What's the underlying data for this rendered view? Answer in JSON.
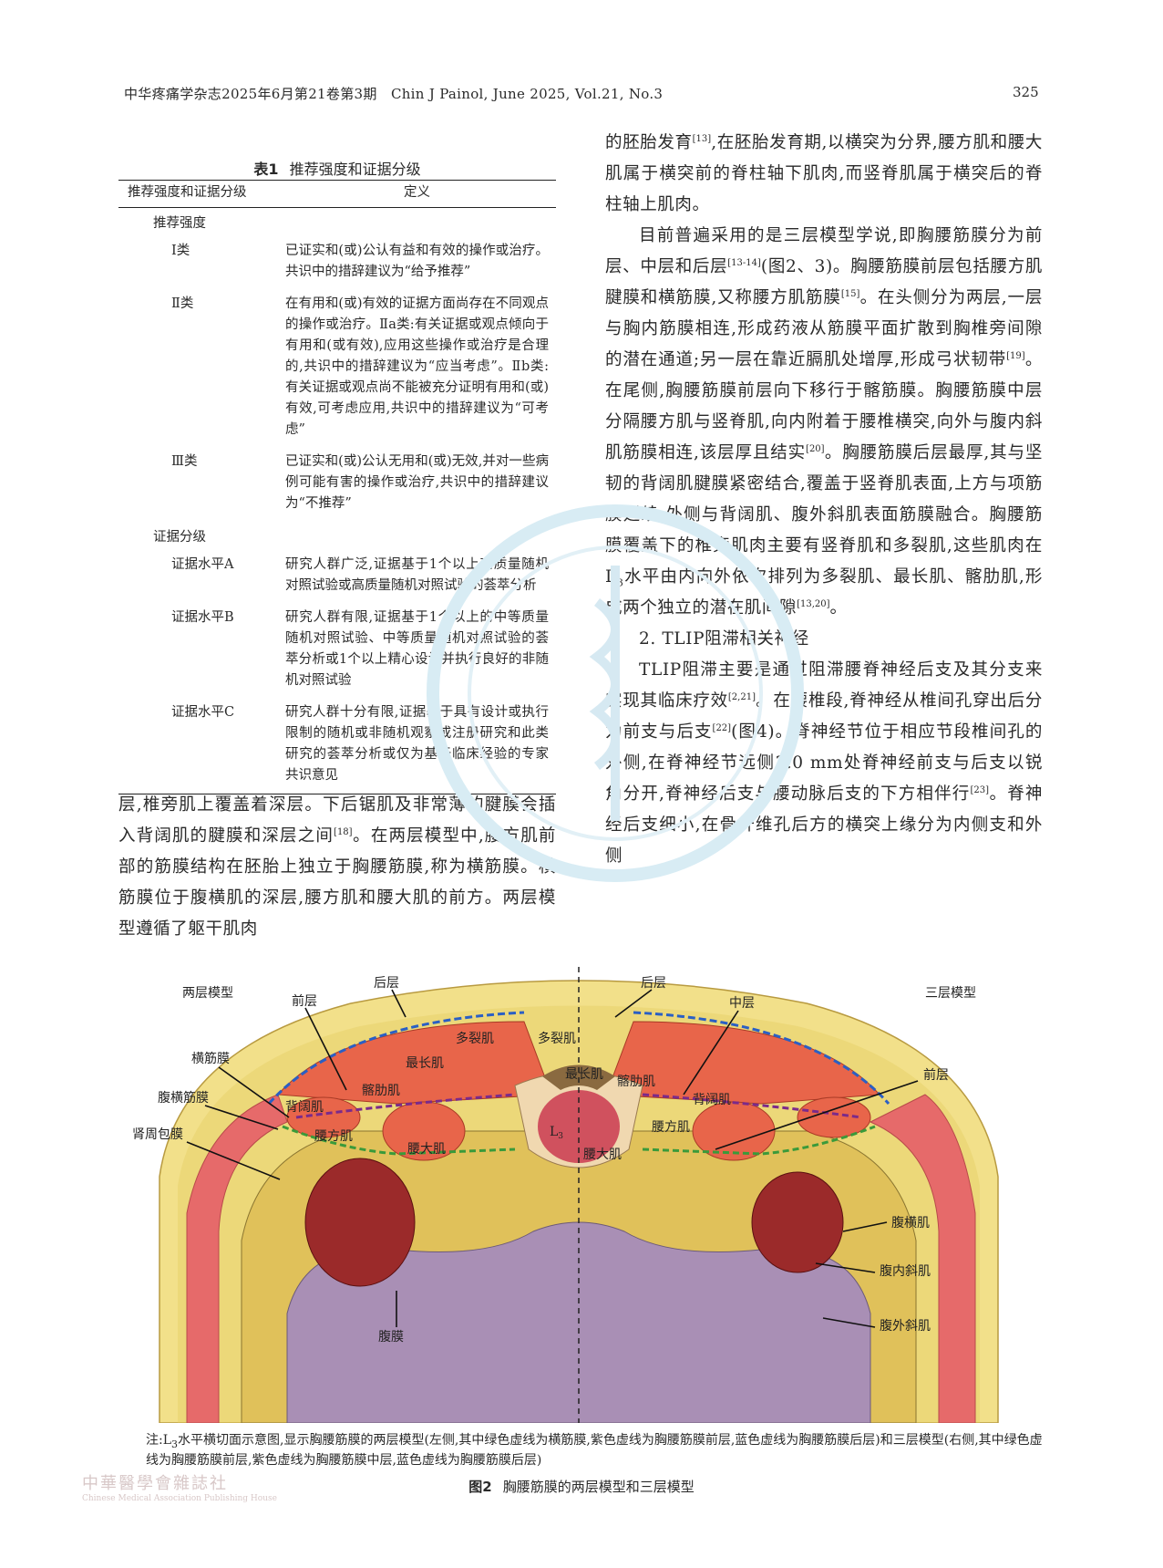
{
  "header": {
    "journal": "中华疼痛学杂志2025年6月第21卷第3期　Chin J Painol, June 2025, Vol.21, No.3",
    "page": "325"
  },
  "table": {
    "number": "表1",
    "title": "推荐强度和证据分级",
    "col1": "推荐强度和证据分级",
    "col2": "定义",
    "group1": "推荐强度",
    "rows1": [
      {
        "label": "Ⅰ类",
        "def": "已证实和(或)公认有益和有效的操作或治疗。共识中的措辞建议为“给予推荐”"
      },
      {
        "label": "Ⅱ类",
        "def": "在有用和(或)有效的证据方面尚存在不同观点的操作或治疗。Ⅱa类:有关证据或观点倾向于有用和(或有效),应用这些操作或治疗是合理的,共识中的措辞建议为“应当考虑”。Ⅱb类:有关证据或观点尚不能被充分证明有用和(或)有效,可考虑应用,共识中的措辞建议为“可考虑”"
      },
      {
        "label": "Ⅲ类",
        "def": "已证实和(或)公认无用和(或)无效,并对一些病例可能有害的操作或治疗,共识中的措辞建议为“不推荐”"
      }
    ],
    "group2": "证据分级",
    "rows2": [
      {
        "label": "证据水平A",
        "def": "研究人群广泛,证据基于1个以上高质量随机对照试验或高质量随机对照试验的荟萃分析"
      },
      {
        "label": "证据水平B",
        "def": "研究人群有限,证据基于1个以上的中等质量随机对照试验、中等质量随机对照试验的荟萃分析或1个以上精心设计并执行良好的非随机对照试验"
      },
      {
        "label": "证据水平C",
        "def": "研究人群十分有限,证据基于具有设计或执行限制的随机或非随机观察或注册研究和此类研究的荟萃分析或仅为基于临床经验的专家共识意见"
      }
    ]
  },
  "left_col": {
    "p1_a": "层,椎旁肌上覆盖着深层。下后锯肌及非常薄的腱膜会插入背阔肌的腱膜和深层之间",
    "p1_ref1": "[18]",
    "p1_b": "。在两层模型中,腰方肌前部的筋膜结构在胚胎上独立于胸腰筋膜,称为横筋膜。横筋膜位于腹横肌的深层,腰方肌和腰大肌的前方。两层模型遵循了躯干肌肉"
  },
  "right_col": {
    "p1_a": "的胚胎发育",
    "p1_ref1": "[13]",
    "p1_b": ",在胚胎发育期,以横突为分界,腰方肌和腰大肌属于横突前的脊柱轴下肌肉,而竖脊肌属于横突后的脊柱轴上肌肉。",
    "p2_a": "目前普遍采用的是三层模型学说,即胸腰筋膜分为前层、中层和后层",
    "p2_ref1": "[13-14]",
    "p2_b": "(图2、3)。胸腰筋膜前层包括腰方肌腱膜和横筋膜,又称腰方肌筋膜",
    "p2_ref2": "[15]",
    "p2_c": "。在头侧分为两层,一层与胸内筋膜相连,形成药液从筋膜平面扩散到胸椎旁间隙的潜在通道;另一层在靠近膈肌处增厚,形成弓状韧带",
    "p2_ref3": "[19]",
    "p2_d": "。在尾侧,胸腰筋膜前层向下移行于髂筋膜。胸腰筋膜中层分隔腰方肌与竖脊肌,向内附着于腰椎横突,向外与腹内斜肌筋膜相连,该层厚且结实",
    "p2_ref4": "[20]",
    "p2_e": "。胸腰筋膜后层最厚,其与坚韧的背阔肌腱膜紧密结合,覆盖于竖脊肌表面,上方与项筋膜延续,外侧与背阔肌、腹外斜肌表面筋膜融合。胸腰筋膜覆盖下的椎旁肌肉主要有竖脊肌和多裂肌,这些肌肉在L",
    "p2_sub": "3",
    "p2_f": "水平由内向外依次排列为多裂肌、最长肌、髂肋肌,形成两个独立的潜在肌间隙",
    "p2_ref5": "[13,20]",
    "p2_g": "。",
    "h2": "2. TLIP阻滞相关神经",
    "p3_a": "TLIP阻滞主要是通过阻滞腰脊神经后支及其分支来实现其临床疗效",
    "p3_ref1": "[2,21]",
    "p3_b": "。在腰椎段,脊神经从椎间孔穿出后分为前支与后支",
    "p3_ref2": "[22]",
    "p3_c": "(图4)。脊神经节位于相应节段椎间孔的外侧,在脊神经节远侧3.0 mm处脊神经前支与后支以锐角分开,脊神经后支与腰动脉后支的下方相伴行",
    "p3_ref3": "[23]",
    "p3_d": "。脊神经后支细小,在骨纤维孔后方的横突上缘分为内侧支和外侧"
  },
  "figure": {
    "left_title": "两层模型",
    "right_title": "三层模型",
    "labels_left": {
      "hou": "后层",
      "qian": "前层",
      "hengjin": "横筋膜",
      "fuheng_jin": "腹横筋膜",
      "shenzhou": "肾周包膜",
      "duolie": "多裂肌",
      "zuichang": "最长肌",
      "qialei": "髂肋肌",
      "beikuo": "背阔肌",
      "yaofang": "腰方肌",
      "yaoda": "腰大肌"
    },
    "labels_right": {
      "hou": "后层",
      "zhong": "中层",
      "qian": "前层",
      "duolie": "多裂肌",
      "zuichang": "最长肌",
      "qialei": "髂肋肌",
      "beikuo": "背阔肌",
      "yaofang": "腰方肌",
      "yaoda": "腰大肌",
      "fuheng": "腹横肌",
      "funei": "腹内斜肌",
      "fuwai": "腹外斜肌"
    },
    "center": {
      "fumo": "腹膜",
      "vert_L": "L",
      "vert_sub": "3"
    },
    "note_a": "注:L",
    "note_sub": "3",
    "note_b": "水平横切面示意图,显示胸腰筋膜的两层模型(左侧,其中绿色虚线为横筋膜,紫色虚线为胸腰筋膜前层,蓝色虚线为胸腰筋膜后层)和三层模型(右侧,其中绿色虚线为胸腰筋膜前层,紫色虚线为胸腰筋膜中层,蓝色虚线为胸腰筋膜后层)",
    "caption_num": "图2",
    "caption": "胸腰筋膜的两层模型和三层模型"
  },
  "publisher": {
    "name": "中華醫學會雜誌社",
    "en": "Chinese Medical Association Publishing House"
  },
  "colors": {
    "muscle": "#e8654a",
    "fat": "#e3c95a",
    "skin": "#f2e08a",
    "peritoneum": "#a98fb5",
    "kidney": "#9b2a2a",
    "blue_fascia": "#2a5fc4",
    "purple_fascia": "#7b2a8a",
    "green_fascia": "#3a9a3a"
  }
}
